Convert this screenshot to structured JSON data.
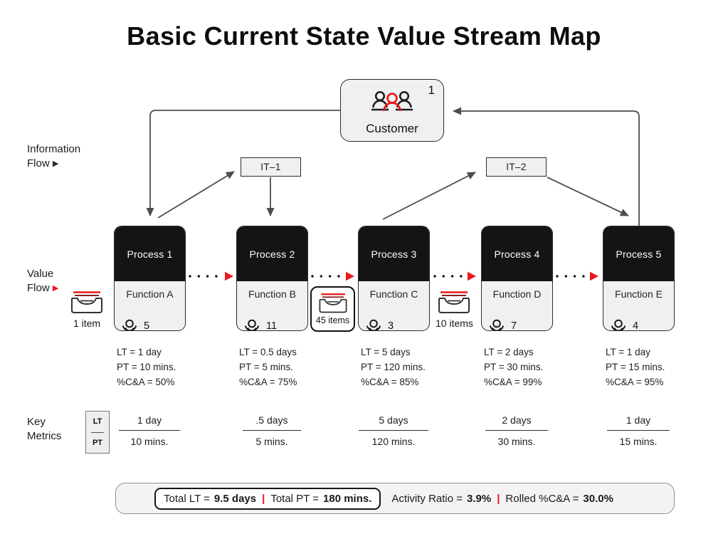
{
  "title": "Basic Current State Value Stream Map",
  "flow_labels": {
    "information": {
      "line1": "Information",
      "line2": "Flow",
      "arrow": "▶"
    },
    "value": {
      "line1": "Value",
      "line2": "Flow",
      "arrow": "▶"
    },
    "key_metrics": {
      "line1": "Key",
      "line2": "Metrics"
    }
  },
  "customer": {
    "label": "Customer",
    "count": "1"
  },
  "it_systems": [
    {
      "label": "IT–1"
    },
    {
      "label": "IT–2"
    }
  ],
  "processes": [
    {
      "name": "Process 1",
      "function": "Function A",
      "staff_count": "5",
      "lt": "LT = 1 day",
      "pt": "PT = 10 mins.",
      "ca": "%C&A = 50%",
      "timeline_lt": "1 day",
      "timeline_pt": "10 mins."
    },
    {
      "name": "Process 2",
      "function": "Function B",
      "staff_count": "11",
      "lt": "LT = 0.5 days",
      "pt": "PT = 5 mins.",
      "ca": "%C&A = 75%",
      "timeline_lt": ".5 days",
      "timeline_pt": "5 mins."
    },
    {
      "name": "Process 3",
      "function": "Function C",
      "staff_count": "3",
      "lt": "LT = 5 days",
      "pt": "PT = 120 mins.",
      "ca": "%C&A = 85%",
      "timeline_lt": "5 days",
      "timeline_pt": "120 mins."
    },
    {
      "name": "Process 4",
      "function": "Function D",
      "staff_count": "7",
      "lt": "LT = 2 days",
      "pt": "PT = 30 mins.",
      "ca": "%C&A = 99%",
      "timeline_lt": "2 days",
      "timeline_pt": "30 mins."
    },
    {
      "name": "Process 5",
      "function": "Function E",
      "staff_count": "4",
      "lt": "LT = 1 day",
      "pt": "PT = 15 mins.",
      "ca": "%C&A = 95%",
      "timeline_lt": "1 day",
      "timeline_pt": "15 mins."
    }
  ],
  "inventory": [
    {
      "label": "1 item"
    },
    {
      "label": "45 items"
    },
    {
      "label": "10 items"
    }
  ],
  "timeline_legend": {
    "lt": "LT",
    "pt": "PT"
  },
  "summary": {
    "total_lt_label": "Total LT =",
    "total_lt_value": "9.5 days",
    "total_pt_label": "Total PT =",
    "total_pt_value": "180 mins.",
    "activity_ratio_label": "Activity Ratio =",
    "activity_ratio_value": "3.9%",
    "rolled_ca_label": "Rolled %C&A =",
    "rolled_ca_value": "30.0%",
    "separator": "|"
  },
  "colors": {
    "accent_red": "#e8191d",
    "process_black": "#141414",
    "panel_gray": "#f0f0f0",
    "arrow_gray": "#4d4d4d"
  }
}
